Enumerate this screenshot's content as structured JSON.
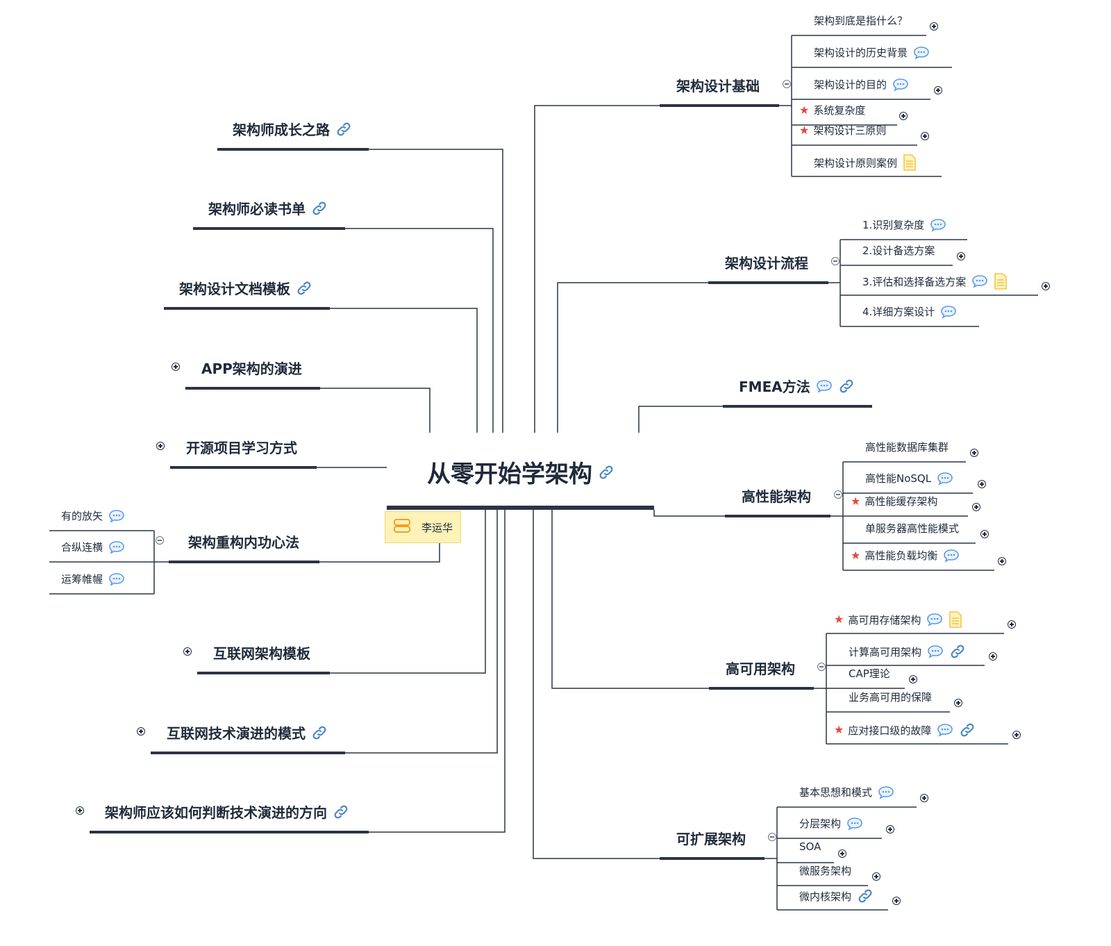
{
  "root": {
    "title": "从零开始学架构",
    "icon": "link-icon"
  },
  "author": {
    "name": "李运华",
    "icon": "author-card-icon"
  },
  "left": [
    {
      "label": "架构师成长之路",
      "icons": [
        "link-icon"
      ],
      "collapsed": false
    },
    {
      "label": "架构师必读书单",
      "icons": [
        "link-icon"
      ],
      "collapsed": false
    },
    {
      "label": "架构设计文档模板",
      "icons": [
        "link-icon"
      ],
      "collapsed": false
    },
    {
      "label": "APP架构的演进",
      "icons": [],
      "collapsed": true
    },
    {
      "label": "开源项目学习方式",
      "icons": [],
      "collapsed": true
    },
    {
      "label": "架构重构内功心法",
      "icons": [],
      "collapsed": false,
      "children": [
        {
          "label": "有的放矢",
          "icons": [
            "comment-icon"
          ]
        },
        {
          "label": "合纵连横",
          "icons": [
            "comment-icon"
          ]
        },
        {
          "label": "运筹帷幄",
          "icons": [
            "comment-icon"
          ]
        }
      ]
    },
    {
      "label": "互联网架构模板",
      "icons": [],
      "collapsed": true
    },
    {
      "label": "互联网技术演进的模式",
      "icons": [
        "link-icon"
      ],
      "collapsed": true
    },
    {
      "label": "架构师应该如何判断技术演进的方向",
      "icons": [
        "link-icon"
      ],
      "collapsed": true
    }
  ],
  "right": [
    {
      "label": "架构设计基础",
      "icons": [],
      "children": [
        {
          "label": "架构到底是指什么？",
          "star": false,
          "icons": [],
          "collapsed": true
        },
        {
          "label": "架构设计的历史背景",
          "star": false,
          "icons": [
            "comment-icon"
          ],
          "collapsed": false
        },
        {
          "label": "架构设计的目的",
          "star": false,
          "icons": [
            "comment-icon"
          ],
          "collapsed": true
        },
        {
          "label": "系统复杂度",
          "star": true,
          "icons": [],
          "collapsed": true
        },
        {
          "label": "架构设计三原则",
          "star": true,
          "icons": [],
          "collapsed": true
        },
        {
          "label": "架构设计原则案例",
          "star": false,
          "icons": [
            "note-icon"
          ],
          "collapsed": false
        }
      ]
    },
    {
      "label": "架构设计流程",
      "icons": [],
      "children": [
        {
          "label": "1.识别复杂度",
          "star": false,
          "icons": [
            "comment-icon"
          ],
          "collapsed": false
        },
        {
          "label": "2.设计备选方案",
          "star": false,
          "icons": [],
          "collapsed": true
        },
        {
          "label": "3.评估和选择备选方案",
          "star": false,
          "icons": [
            "comment-icon",
            "note-icon"
          ],
          "collapsed": true
        },
        {
          "label": "4.详细方案设计",
          "star": false,
          "icons": [
            "comment-icon"
          ],
          "collapsed": false
        }
      ]
    },
    {
      "label": "FMEA方法",
      "icons": [
        "comment-icon",
        "link-icon"
      ],
      "children": []
    },
    {
      "label": "高性能架构",
      "icons": [],
      "children": [
        {
          "label": "高性能数据库集群",
          "star": false,
          "icons": [],
          "collapsed": true
        },
        {
          "label": "高性能NoSQL",
          "star": false,
          "icons": [
            "comment-icon"
          ],
          "collapsed": true
        },
        {
          "label": "高性能缓存架构",
          "star": true,
          "icons": [],
          "collapsed": true
        },
        {
          "label": "单服务器高性能模式",
          "star": false,
          "icons": [],
          "collapsed": true
        },
        {
          "label": "高性能负载均衡",
          "star": true,
          "icons": [
            "comment-icon"
          ],
          "collapsed": true
        }
      ]
    },
    {
      "label": "高可用架构",
      "icons": [],
      "children": [
        {
          "label": "高可用存储架构",
          "star": true,
          "icons": [
            "comment-icon",
            "note-icon"
          ],
          "collapsed": true
        },
        {
          "label": "计算高可用架构",
          "star": false,
          "icons": [
            "comment-icon",
            "link-icon"
          ],
          "collapsed": true
        },
        {
          "label": "CAP理论",
          "star": false,
          "icons": [],
          "collapsed": true
        },
        {
          "label": "业务高可用的保障",
          "star": false,
          "icons": [],
          "collapsed": true
        },
        {
          "label": "应对接口级的故障",
          "star": true,
          "icons": [
            "comment-icon",
            "link-icon"
          ],
          "collapsed": true
        }
      ]
    },
    {
      "label": "可扩展架构",
      "icons": [],
      "children": [
        {
          "label": "基本思想和模式",
          "star": false,
          "icons": [
            "comment-icon"
          ],
          "collapsed": true
        },
        {
          "label": "分层架构",
          "star": false,
          "icons": [
            "comment-icon"
          ],
          "collapsed": true
        },
        {
          "label": "SOA",
          "star": false,
          "icons": [],
          "collapsed": true
        },
        {
          "label": "微服务架构",
          "star": false,
          "icons": [],
          "collapsed": true
        },
        {
          "label": "微内核架构",
          "star": false,
          "icons": [
            "link-icon"
          ],
          "collapsed": true
        }
      ]
    }
  ],
  "colors": {
    "line": "#2b3445",
    "thick_line": "#2b3445",
    "comment": "#5a9be6",
    "link": "#4a86c8",
    "note": "#f5c542",
    "star": "#e5473e",
    "author_bg": "#fdf2b8"
  }
}
